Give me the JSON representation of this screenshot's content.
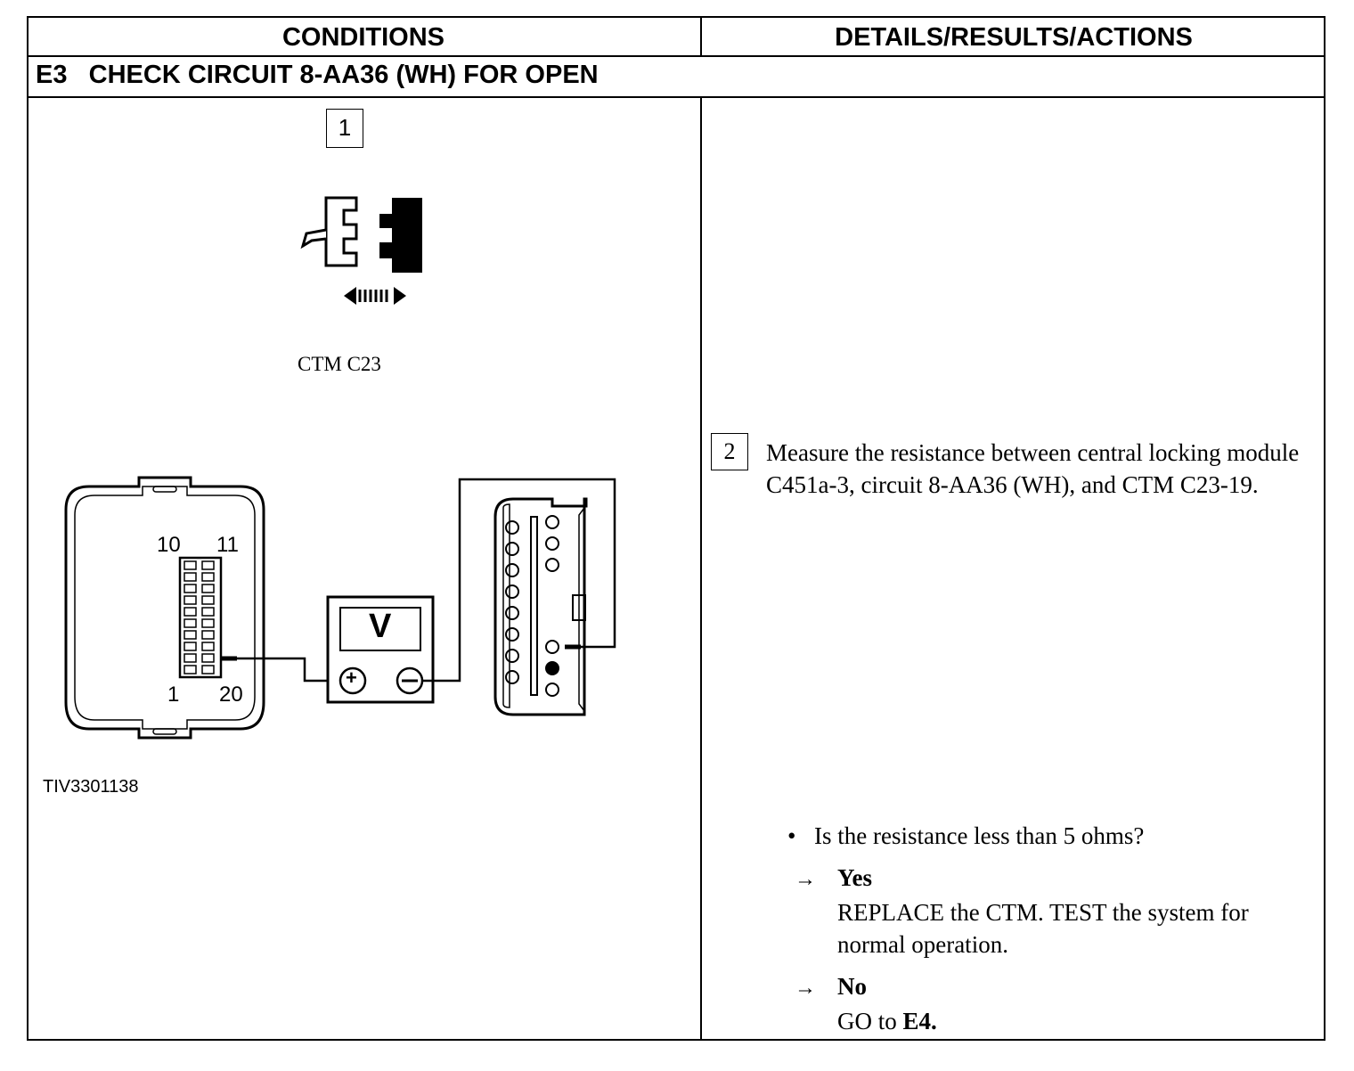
{
  "header": {
    "conditions": "CONDITIONS",
    "details": "DETAILS/RESULTS/ACTIONS"
  },
  "step": {
    "title": "E3   CHECK CIRCUIT 8-AA36 (WH) FOR OPEN"
  },
  "figure": {
    "step_number": "1",
    "connector_label": "CTM C23",
    "pin_labels": {
      "top_left": "10",
      "top_right": "11",
      "bottom_left": "1",
      "bottom_right": "20"
    },
    "meter_symbol": "V",
    "meter_plus": "+",
    "meter_minus": "−",
    "figure_id": "TIV3301138"
  },
  "details": {
    "step_number": "2",
    "instruction": "Measure the resistance between central locking module C451a-3, circuit 8-AA36 (WH), and CTM C23-19.",
    "bullet": "•",
    "question": "Is the resistance less than 5 ohms?",
    "arrow": "→",
    "yes_label": "Yes",
    "yes_text": "REPLACE the CTM. TEST the system for normal operation.",
    "no_label": "No",
    "no_text_prefix": "GO to ",
    "no_text_bold": "E4."
  }
}
